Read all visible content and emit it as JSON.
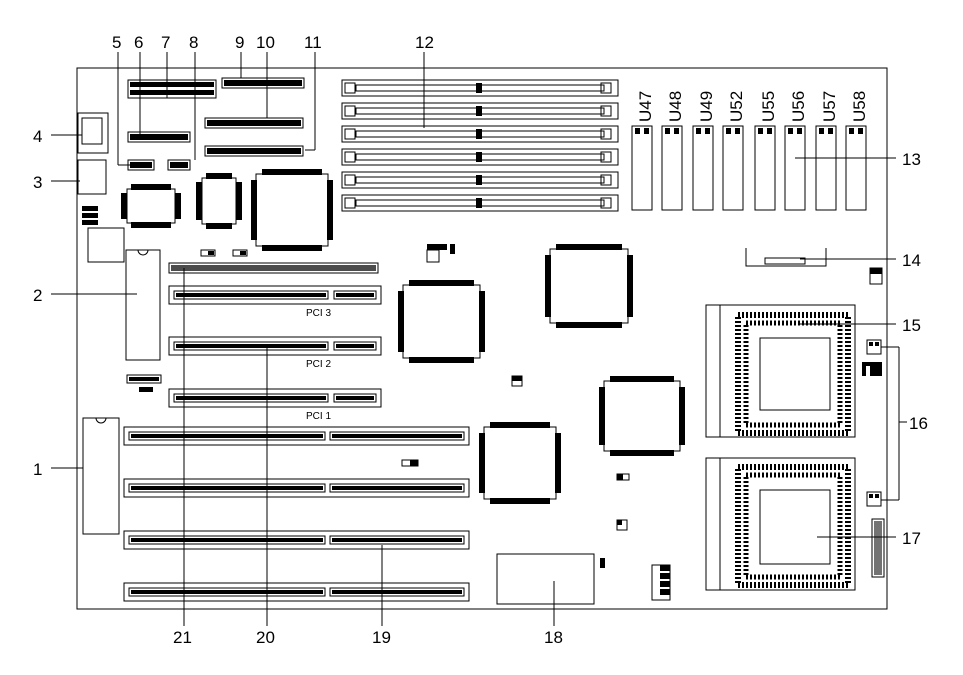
{
  "callouts": {
    "c1": "1",
    "c2": "2",
    "c3": "3",
    "c4": "4",
    "c5": "5",
    "c6": "6",
    "c7": "7",
    "c8": "8",
    "c9": "9",
    "c10": "10",
    "c11": "11",
    "c12": "12",
    "c13": "13",
    "c14": "14",
    "c15": "15",
    "c16": "16",
    "c17": "17",
    "c18": "18",
    "c19": "19",
    "c20": "20",
    "c21": "21"
  },
  "slot_labels": {
    "pci3": "PCI 3",
    "pci2": "PCI 2",
    "pci1": "PCI 1"
  },
  "memory_chips": [
    "U47",
    "U48",
    "U49",
    "U52",
    "U55",
    "U56",
    "U57",
    "U58"
  ]
}
